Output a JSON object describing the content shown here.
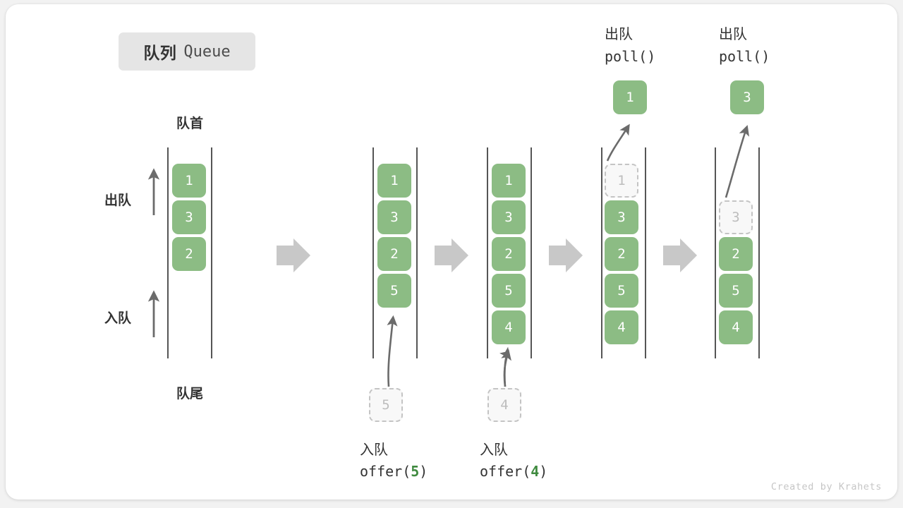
{
  "title": {
    "cn": "队列",
    "en": "Queue"
  },
  "labels": {
    "front": "队首",
    "rear": "队尾",
    "dequeue": "出队",
    "enqueue": "入队"
  },
  "credit": "Created by Krahets",
  "colors": {
    "box_fill": "#8cbc84",
    "box_text": "#ffffff",
    "ghost_fill": "#f8f8f8",
    "ghost_border": "#c4c4c4",
    "ghost_text": "#bdbdbd",
    "rail": "#555555",
    "arrow_gray": "#c8c8c8",
    "thin_arrow": "#6b6b6b",
    "accent_green": "#3f8a3f",
    "badge_bg": "#e5e5e5",
    "text": "#333333"
  },
  "chart_data": {
    "type": "diagram",
    "title": "队列 Queue",
    "description": "Queue FIFO operation sequence: initial state, two offer() enqueues at rear, two poll() dequeues from front",
    "steps": [
      {
        "id": "initial",
        "items": [
          "1",
          "3",
          "2"
        ],
        "ghost": null,
        "caption_cn": null,
        "caption_code": null,
        "popped": null
      },
      {
        "id": "offer-5",
        "items": [
          "1",
          "3",
          "2",
          "5"
        ],
        "ghost": {
          "value": "5",
          "position": "below-rear"
        },
        "caption_cn": "入队",
        "caption_code": "offer(5)",
        "caption_arg": "5",
        "popped": null
      },
      {
        "id": "offer-4",
        "items": [
          "1",
          "3",
          "2",
          "5",
          "4"
        ],
        "ghost": {
          "value": "4",
          "position": "below-rear"
        },
        "caption_cn": "入队",
        "caption_code": "offer(4)",
        "caption_arg": "4",
        "popped": null
      },
      {
        "id": "poll-1",
        "items": [
          "3",
          "2",
          "5",
          "4"
        ],
        "ghost": {
          "value": "1",
          "position": "slot-0"
        },
        "caption_cn": null,
        "caption_code": null,
        "popped": {
          "value": "1",
          "label_cn": "出队",
          "label_code": "poll()"
        }
      },
      {
        "id": "poll-3",
        "items": [
          "2",
          "5",
          "4"
        ],
        "ghost": {
          "value": "3",
          "position": "slot-1"
        },
        "caption_cn": null,
        "caption_code": null,
        "popped": {
          "value": "3",
          "label_cn": "出队",
          "label_code": "poll()"
        }
      }
    ],
    "transitions": [
      "arrow-right",
      "arrow-right",
      "arrow-right",
      "arrow-right"
    ]
  }
}
